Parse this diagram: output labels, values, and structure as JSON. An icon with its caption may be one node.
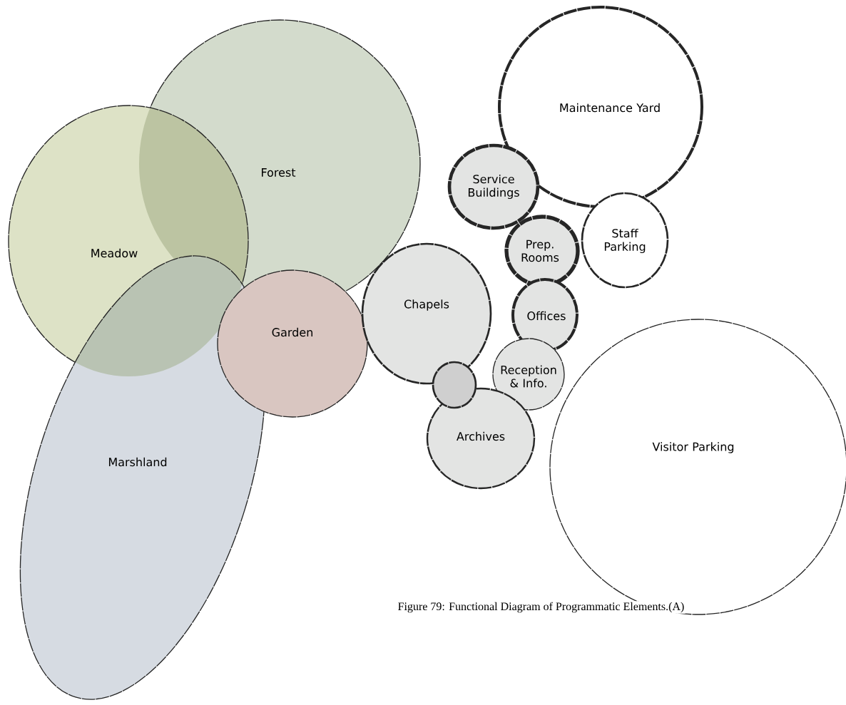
{
  "diagram": {
    "caption": "Figure 79: Functional Diagram of Programmatic Elements.(A)",
    "nodes": [
      {
        "text": [
          "Forest"
        ]
      },
      {
        "text": [
          "Meadow"
        ]
      },
      {
        "text": [
          "Marshland"
        ]
      },
      {
        "text": [
          "Garden"
        ]
      },
      {
        "text": [
          "Chapels"
        ]
      },
      {
        "text": [
          "Maintenance Yard"
        ]
      },
      {
        "text": [
          "Service Buildings"
        ]
      },
      {
        "text": [
          "Prep. Rooms"
        ]
      },
      {
        "text": [
          "Staff Parking"
        ]
      },
      {
        "text": [
          "Offices"
        ]
      },
      {
        "text": [
          "Reception & Info."
        ]
      },
      {
        "text": [],
        "shape": "circle"
      },
      {
        "text": [
          "Archives"
        ]
      },
      {
        "text": [
          "Visitor Parking"
        ]
      }
    ]
  }
}
